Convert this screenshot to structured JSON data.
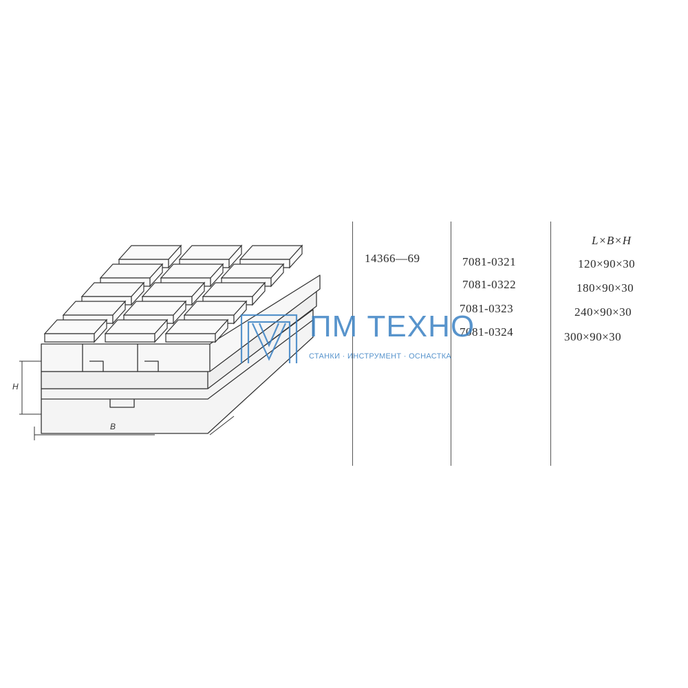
{
  "table": {
    "standard": "14366—69",
    "codes": [
      "7081-0321",
      "7081-0322",
      "7081-0323",
      "7081-0324"
    ],
    "dims_header": "L×B×H",
    "dims": [
      "120×90×30",
      "180×90×30",
      "240×90×30",
      "300×90×30"
    ]
  },
  "drawing": {
    "label_h": "H",
    "label_b": "B"
  },
  "watermark": {
    "brand": "ПМ ТЕХНО",
    "tagline": "СТАНКИ · ИНСТРУМЕНТ · ОСНАСТКА",
    "color": "#3b82c4"
  }
}
